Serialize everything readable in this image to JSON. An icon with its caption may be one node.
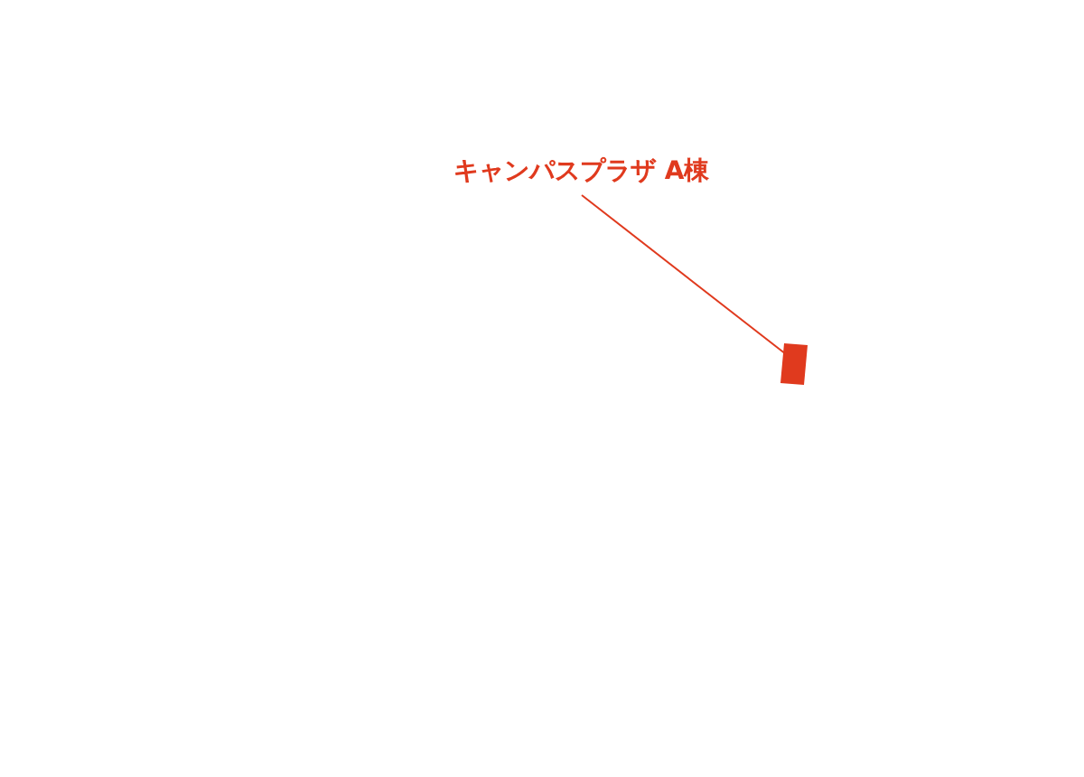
{
  "diagram": {
    "nodes": [
      {
        "text": [
          "キャンパスプラザ A棟"
        ]
      },
      {
        "text": [],
        "shape": "bar"
      }
    ],
    "edges": [
      {
        "from": 0,
        "to": 1,
        "arrow": "none"
      }
    ]
  }
}
